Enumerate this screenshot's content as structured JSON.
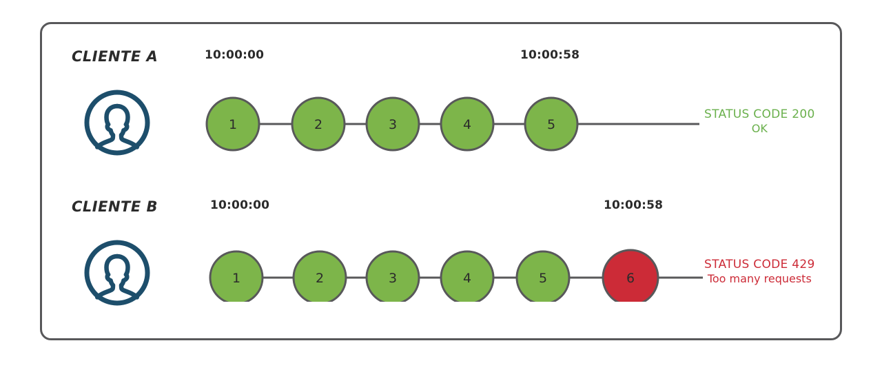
{
  "diagram": {
    "title_semantic": "rate-limiting-timeline",
    "frame": {
      "border_color": "#58585a"
    },
    "colors": {
      "node_green": "#7db54a",
      "node_red": "#cc2b37",
      "node_stroke": "#58585a",
      "connector": "#58585a",
      "avatar": "#1d4e6b",
      "text": "#2b2b2b",
      "status_ok": "#6ab04c",
      "status_error": "#cc2b37"
    },
    "rows": [
      {
        "id": "client-a",
        "label": "CLIENTE A",
        "avatar_icon": "user-avatar-icon",
        "time_start": "10:00:00",
        "time_end": "10:00:58",
        "nodes": [
          {
            "n": "1",
            "state": "ok"
          },
          {
            "n": "2",
            "state": "ok"
          },
          {
            "n": "3",
            "state": "ok"
          },
          {
            "n": "4",
            "state": "ok"
          },
          {
            "n": "5",
            "state": "ok"
          }
        ],
        "status": {
          "line1": "STATUS CODE 200",
          "line2": "OK",
          "state": "ok"
        }
      },
      {
        "id": "client-b",
        "label": "CLIENTE B",
        "avatar_icon": "user-avatar-icon",
        "time_start": "10:00:00",
        "time_end": "10:00:58",
        "nodes": [
          {
            "n": "1",
            "state": "ok"
          },
          {
            "n": "2",
            "state": "ok"
          },
          {
            "n": "3",
            "state": "ok"
          },
          {
            "n": "4",
            "state": "ok"
          },
          {
            "n": "5",
            "state": "ok"
          },
          {
            "n": "6",
            "state": "error"
          }
        ],
        "status": {
          "line1": "STATUS CODE 429",
          "line2": "Too many requests",
          "state": "error"
        }
      }
    ]
  }
}
